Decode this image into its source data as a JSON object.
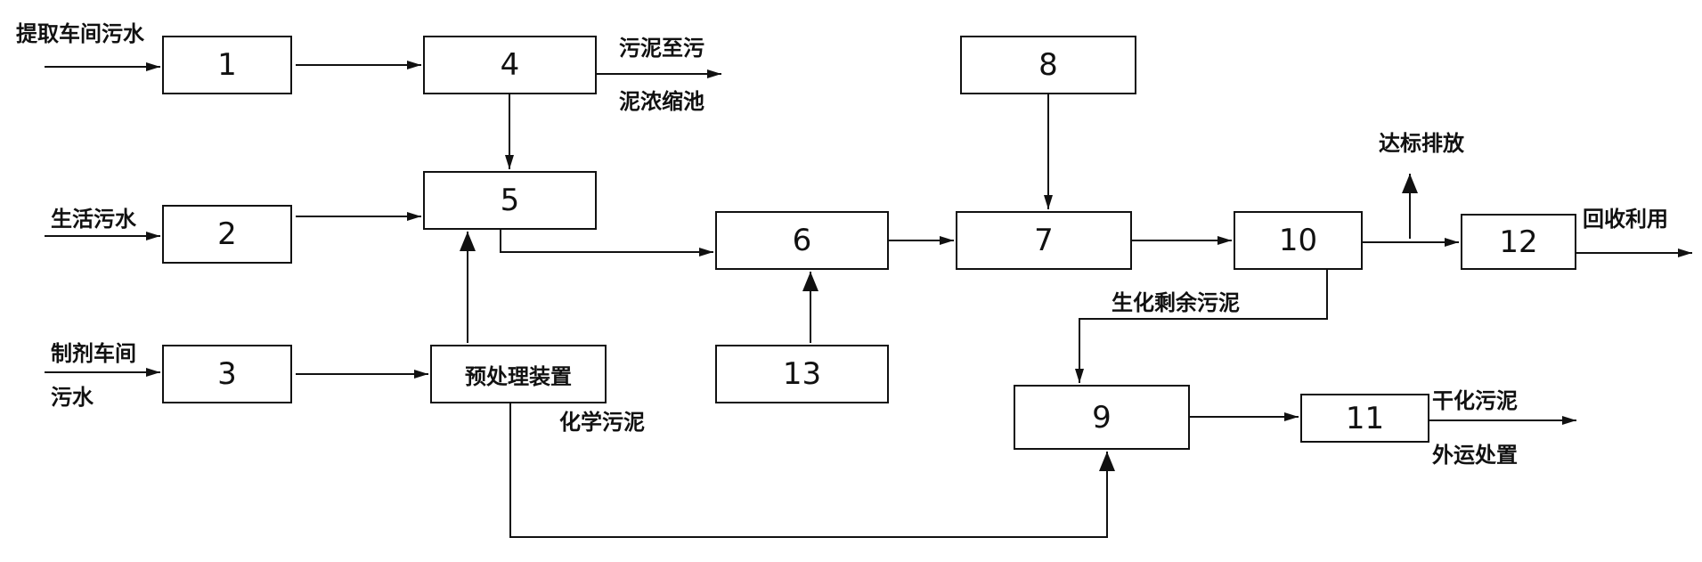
{
  "boxes": {
    "b1": "1",
    "b2": "2",
    "b3": "3",
    "b4": "4",
    "b5": "5",
    "b6": "6",
    "b7": "7",
    "b8": "8",
    "b9": "9",
    "b10": "10",
    "b11": "11",
    "b12": "12",
    "b13": "13",
    "pretreat": "预处理装置"
  },
  "labels": {
    "extract_water": "提取车间污水",
    "domestic_water": "生活污水",
    "prep_water_1": "制剂车间",
    "prep_water_2": "污水",
    "sludge_out_1": "污泥至污",
    "sludge_out_2": "泥浓缩池",
    "discharge": "达标排放",
    "recycle": "回收利用",
    "bio_sludge": "生化剩余污泥",
    "chem_sludge": "化学污泥",
    "dried_1": "干化污泥",
    "dried_2": "外运处置"
  },
  "colors": {
    "line": "#111111",
    "background": "#ffffff"
  }
}
